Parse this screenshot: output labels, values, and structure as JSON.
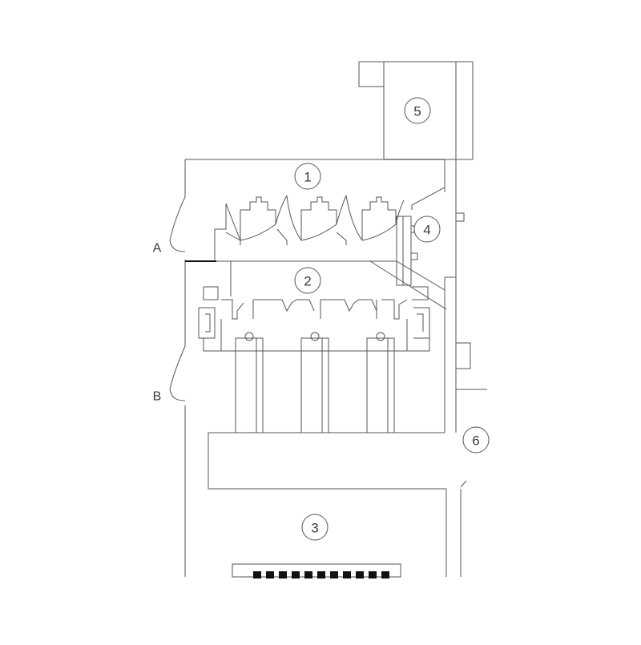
{
  "diagram": {
    "callouts": [
      {
        "id": "1",
        "label": "1"
      },
      {
        "id": "2",
        "label": "2"
      },
      {
        "id": "3",
        "label": "3"
      },
      {
        "id": "4",
        "label": "4"
      },
      {
        "id": "5",
        "label": "5"
      },
      {
        "id": "6",
        "label": "6"
      }
    ],
    "side_labels": [
      {
        "id": "A",
        "label": "A"
      },
      {
        "id": "B",
        "label": "B"
      }
    ],
    "colors": {
      "line": "#555555",
      "dark_line": "#111111",
      "background": "#ffffff"
    }
  }
}
